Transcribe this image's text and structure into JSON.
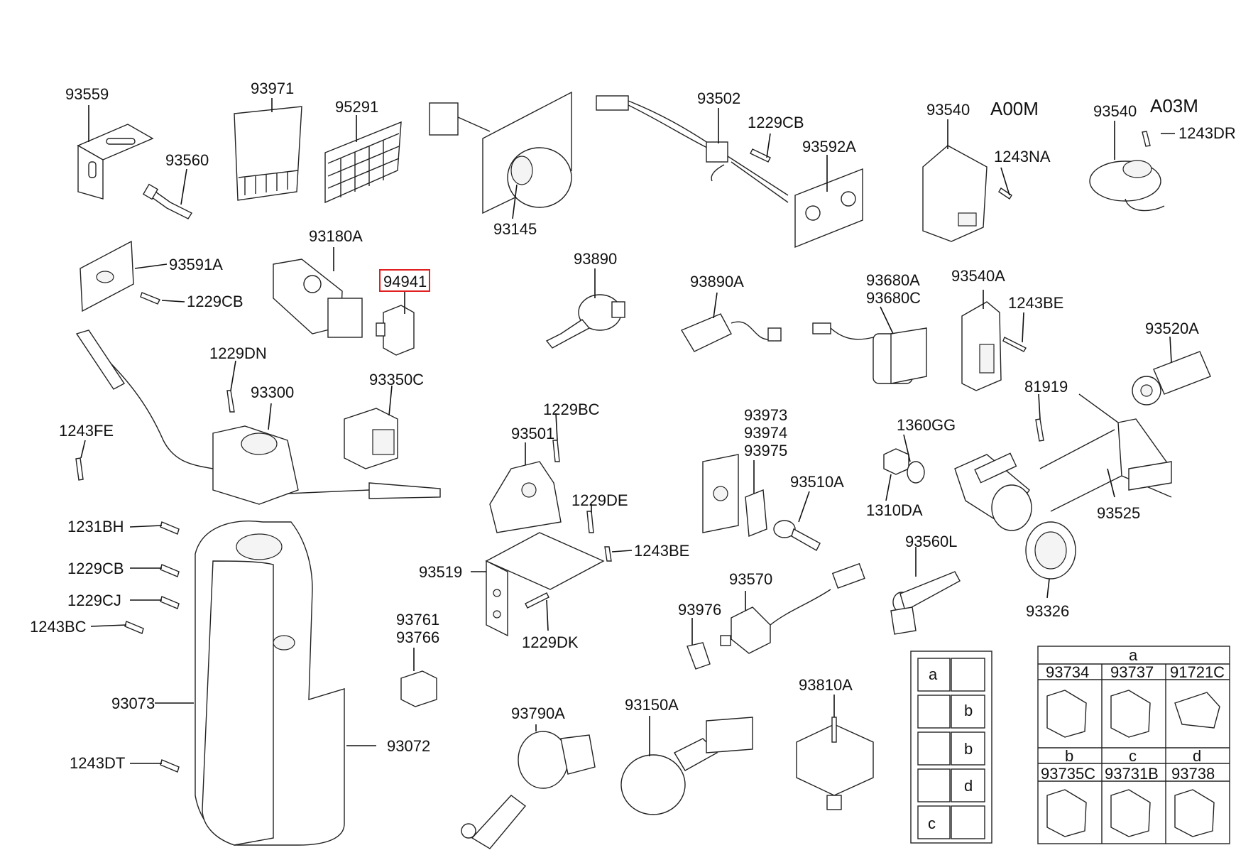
{
  "labels": {
    "p93559": "93559",
    "p93560": "93560",
    "p93971": "93971",
    "p95291": "95291",
    "p93145": "93145",
    "p93502": "93502",
    "p1229CB_a": "1229CB",
    "p93592A": "93592A",
    "p93540_a": "93540",
    "a00m": "A00M",
    "p1243NA": "1243NA",
    "p93540_b": "93540",
    "a03m": "A03M",
    "p1243DR": "1243DR",
    "p93180A": "93180A",
    "p93591A": "93591A",
    "p1229CB_b": "1229CB",
    "p94941": "94941",
    "p93890": "93890",
    "p93890A": "93890A",
    "p93680A": "93680A",
    "p93680C": "93680C",
    "p93540A": "93540A",
    "p1243BE_a": "1243BE",
    "p93520A": "93520A",
    "p1229DN": "1229DN",
    "p93300": "93300",
    "p93350C": "93350C",
    "p1243FE": "1243FE",
    "p1229BC": "1229BC",
    "p93501": "93501",
    "p93973": "93973",
    "p93974": "93974",
    "p93975": "93975",
    "p1360GG": "1360GG",
    "p81919": "81919",
    "p93510A": "93510A",
    "p1310DA": "1310DA",
    "p93525": "93525",
    "p1229DE": "1229DE",
    "p1243BE_b": "1243BE",
    "p1231BH": "1231BH",
    "p1229CB_c": "1229CB",
    "p1229CJ": "1229CJ",
    "p1243BC": "1243BC",
    "p93519": "93519",
    "p1229DK": "1229DK",
    "p93570": "93570",
    "p93560L": "93560L",
    "p93326": "93326",
    "p93761": "93761",
    "p93766": "93766",
    "p93976": "93976",
    "p93073": "93073",
    "p93072": "93072",
    "p93790A": "93790A",
    "p93150A": "93150A",
    "p93810A": "93810A",
    "p1243DT": "1243DT"
  },
  "key_table": {
    "rows": [
      "a",
      "b",
      "b",
      "d",
      "c"
    ]
  },
  "cap_table": {
    "group_a": "a",
    "row1": [
      "93734",
      "93737",
      "91721C"
    ],
    "letters2": [
      "b",
      "c",
      "d"
    ],
    "row2": [
      "93735C",
      "93731B",
      "93738"
    ]
  },
  "highlight_color": "#e02020"
}
